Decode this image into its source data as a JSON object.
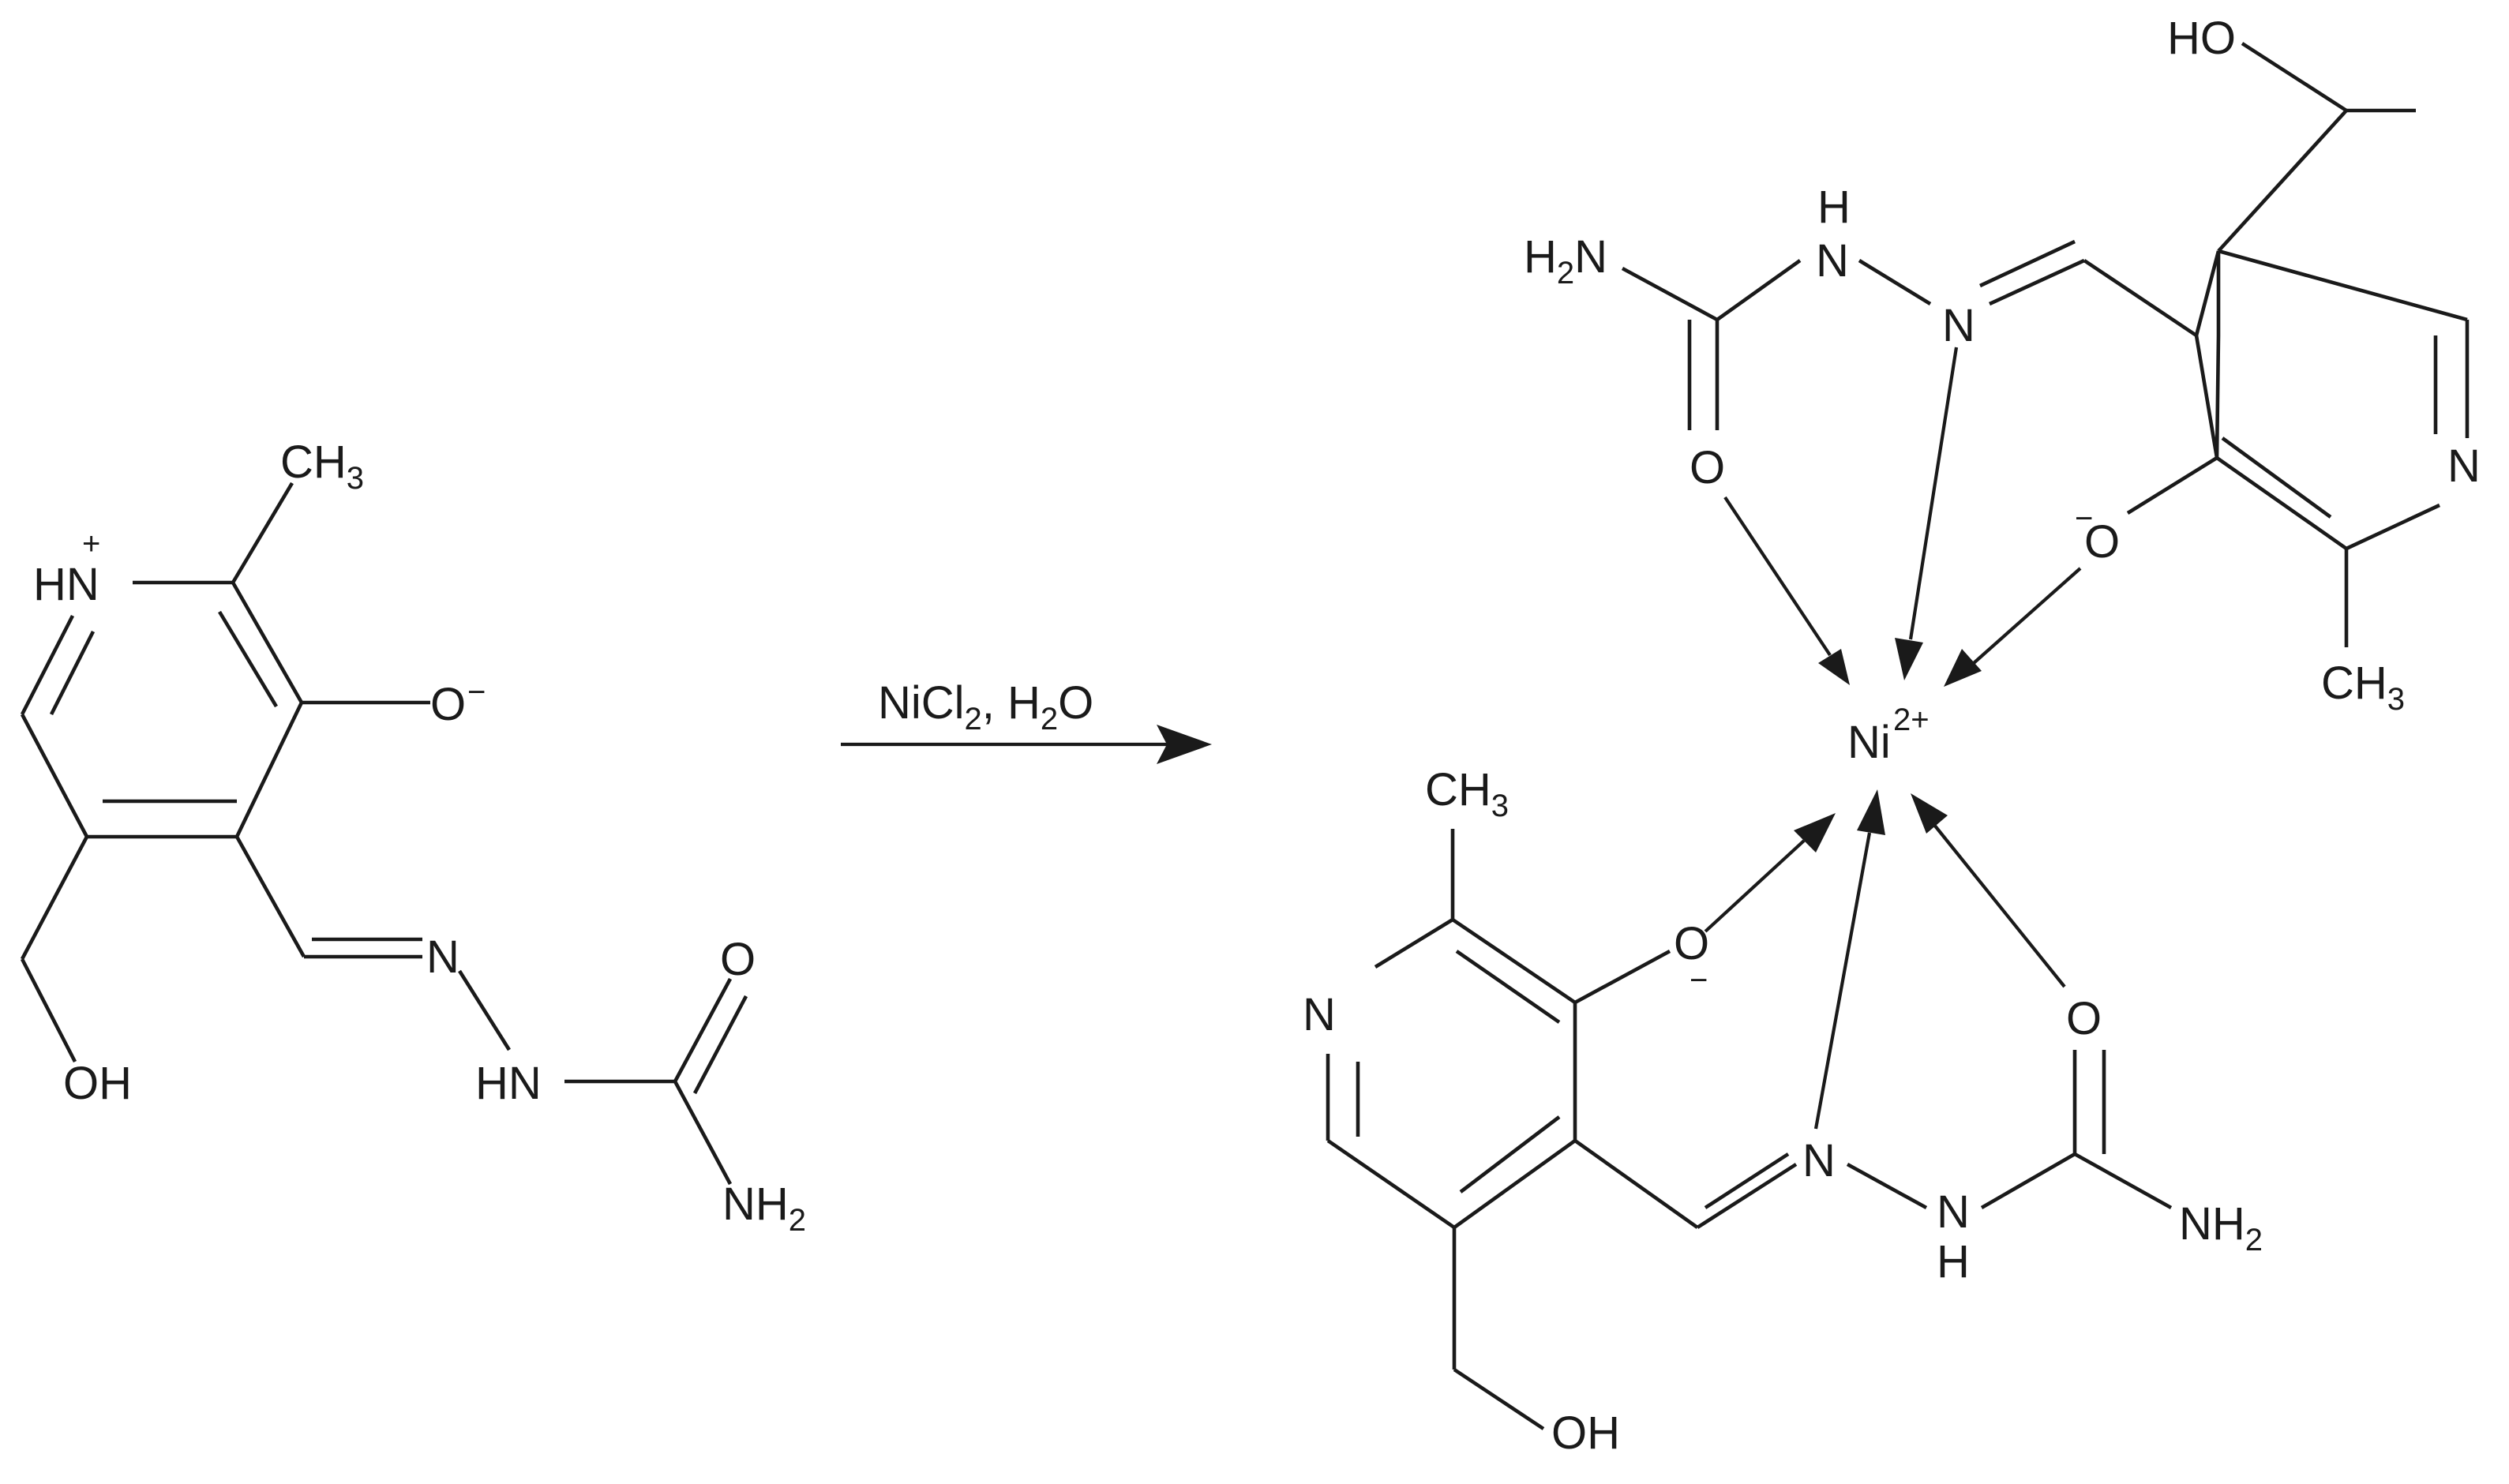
{
  "reactant": {
    "labels": {
      "hn": "HN",
      "hn_charge": "+",
      "ch3": "CH",
      "ch3_sub": "3",
      "o_minus": "O",
      "o_minus_charge": "−",
      "n_imine": "N",
      "hn_hydrazide": "HN",
      "o_carbonyl": "O",
      "nh2": "NH",
      "nh2_sub": "2",
      "oh": "OH"
    }
  },
  "reaction": {
    "reagent": "NiCl",
    "reagent_sub": "2",
    "reagent_rest": ", H",
    "water_sub": "2",
    "water_o": "O"
  },
  "product": {
    "metal": "Ni",
    "metal_charge": "2+",
    "upper_ligand": {
      "ho": "HO",
      "h": "H",
      "n_hydrazide": "N",
      "h2n": "H",
      "h2n_sub": "2",
      "h2n_n": "N",
      "n_imine": "N",
      "o_carbonyl": "O",
      "o_phenolate": "O",
      "o_charge": "−",
      "n_pyridine": "N",
      "ch3": "CH",
      "ch3_sub": "3"
    },
    "lower_ligand": {
      "ch3": "CH",
      "ch3_sub": "3",
      "n_pyridine": "N",
      "o_phenolate": "O",
      "o_charge": "−",
      "n_imine": "N",
      "o_carbonyl": "O",
      "nh": "N",
      "nh_h": "H",
      "nh2": "NH",
      "nh2_sub": "2",
      "oh": "OH"
    }
  }
}
